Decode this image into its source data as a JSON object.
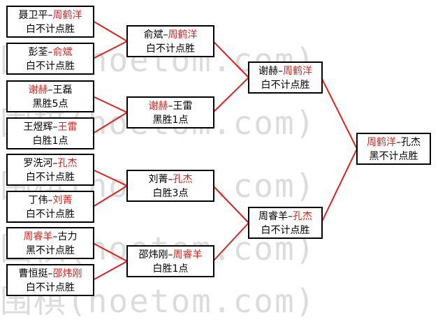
{
  "watermark": "围棋(hoetom.com)",
  "colors": {
    "winner": "#e0201c",
    "line": "#e0201c",
    "border": "#000000",
    "text": "#000000",
    "watermark": "#dcdcdc"
  },
  "round1": [
    {
      "p1": "聂卫平",
      "p2": "周鹤洋",
      "winner": 2,
      "result": "白不计点胜"
    },
    {
      "p1": "彭荃",
      "p2": "俞斌",
      "winner": 2,
      "result": "白不计点胜"
    },
    {
      "p1": "谢赫",
      "p2": "王磊",
      "winner": 1,
      "result": "黑胜5点"
    },
    {
      "p1": "王煜辉",
      "p2": "王雷",
      "winner": 2,
      "result": "白胜1点"
    },
    {
      "p1": "罗洗河",
      "p2": "孔杰",
      "winner": 2,
      "result": "白不计点胜"
    },
    {
      "p1": "丁伟",
      "p2": "刘菁",
      "winner": 2,
      "result": "白不计点胜"
    },
    {
      "p1": "周睿羊",
      "p2": "古力",
      "winner": 1,
      "result": "黑不计点胜"
    },
    {
      "p1": "曹恒挺",
      "p2": "邵炜刚",
      "winner": 2,
      "result": "白不计点胜"
    }
  ],
  "round2": [
    {
      "p1": "俞斌",
      "p2": "周鹤洋",
      "winner": 2,
      "result": "白不计点胜"
    },
    {
      "p1": "谢赫",
      "p2": "王雷",
      "winner": 1,
      "result": "黑胜1点"
    },
    {
      "p1": "刘菁",
      "p2": "孔杰",
      "winner": 2,
      "result": "白胜3点"
    },
    {
      "p1": "邵炜刚",
      "p2": "周睿羊",
      "winner": 2,
      "result": "白胜1点"
    }
  ],
  "round3": [
    {
      "p1": "谢赫",
      "p2": "周鹤洋",
      "winner": 2,
      "result": "白不计点胜"
    },
    {
      "p1": "周睿羊",
      "p2": "孔杰",
      "winner": 2,
      "result": "白不计点胜"
    }
  ],
  "final": [
    {
      "p1": "周鹤洋",
      "p2": "孔杰",
      "winner": 1,
      "result": "黑不计点胜"
    }
  ]
}
